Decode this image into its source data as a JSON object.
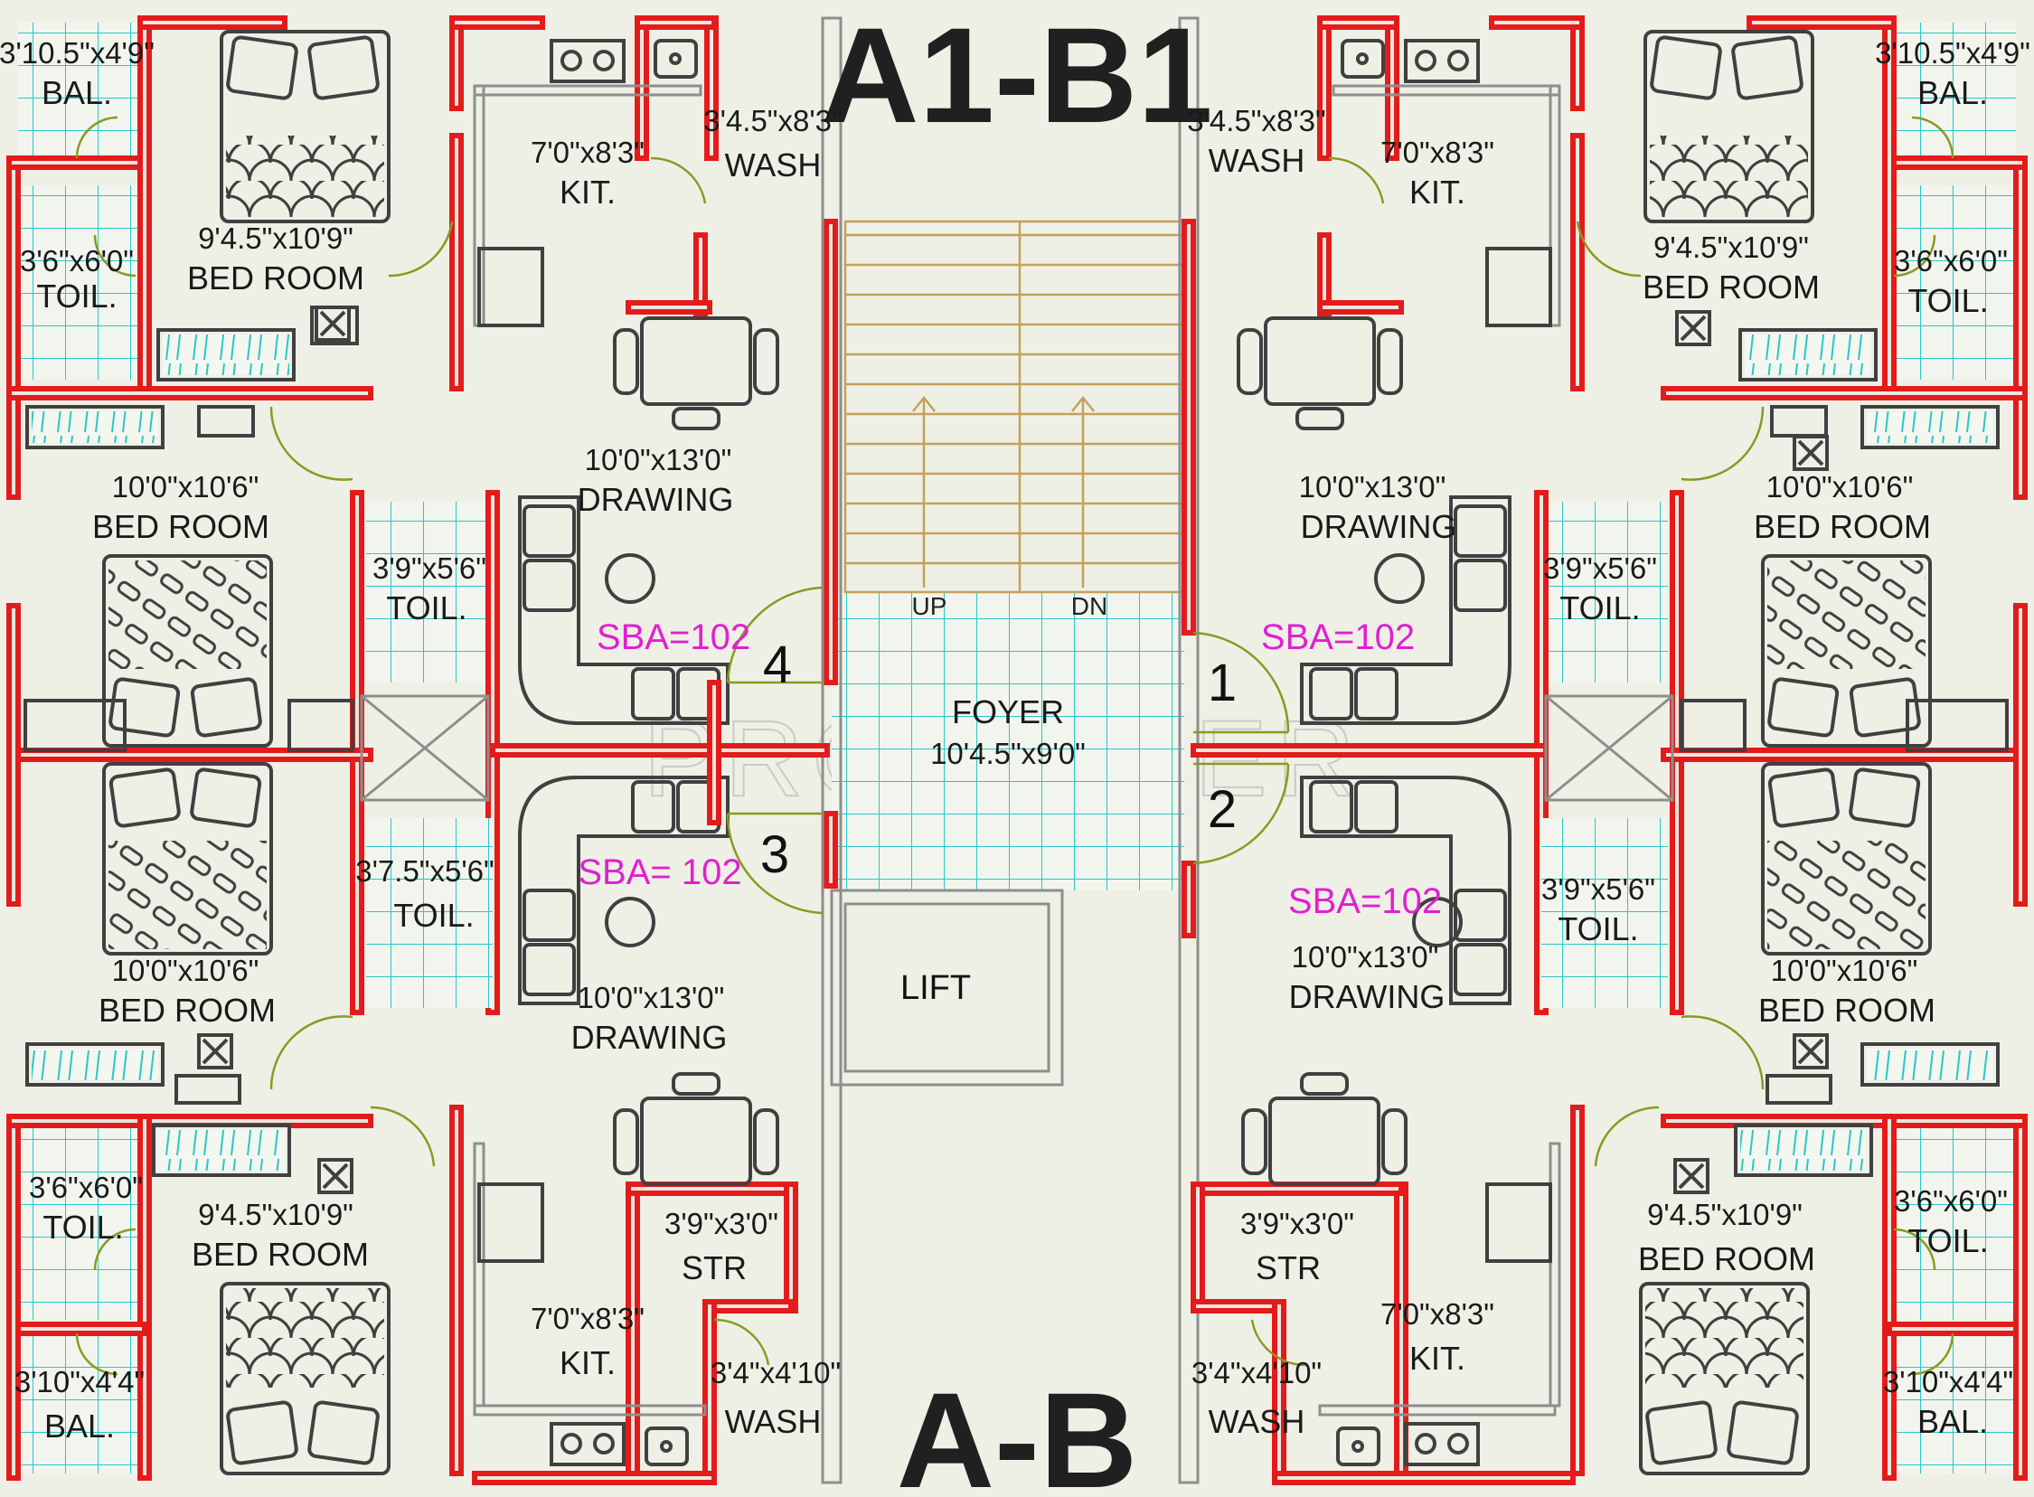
{
  "titles": {
    "top": "A1-B1",
    "bottom": "A-B"
  },
  "watermark": "PROPTIGER",
  "core": {
    "foyer_name": "FOYER",
    "foyer_size": "10'4.5\"x9'0\"",
    "lift": "LIFT",
    "stair_up": "UP",
    "stair_down": "DN",
    "door_numbers": [
      "4",
      "3",
      "1",
      "2"
    ]
  },
  "units": {
    "unit_4": {
      "sba": "SBA=102",
      "balcony": {
        "size": "3'10.5\"x4'9\"",
        "name": "BAL."
      },
      "toilet_attached": {
        "size": "3'6\"x6'0\"",
        "name": "TOIL."
      },
      "master_bed": {
        "size": "9'4.5\"x10'9\"",
        "name": "BED ROOM"
      },
      "kitchen": {
        "size": "7'0\"x8'3\"",
        "name": "KIT."
      },
      "wash": {
        "size": "3'4.5\"x8'3\"",
        "name": "WASH"
      },
      "bed2": {
        "size": "10'0\"x10'6\"",
        "name": "BED ROOM"
      },
      "toilet_common": {
        "size": "3'9\"x5'6\"",
        "name": "TOIL."
      },
      "drawing": {
        "size": "10'0\"x13'0\"",
        "name": "DRAWING"
      }
    },
    "unit_3": {
      "sba": "SBA= 102",
      "balcony": {
        "size": "3'10\"x4'4\"",
        "name": "BAL."
      },
      "toilet_attached": {
        "size": "3'6\"x6'0\"",
        "name": "TOIL."
      },
      "master_bed": {
        "size": "9'4.5\"x10'9\"",
        "name": "BED ROOM"
      },
      "kitchen": {
        "size": "7'0\"x8'3\"",
        "name": "KIT."
      },
      "wash": {
        "size": "3'4\"x4'10\"",
        "name": "WASH"
      },
      "store": {
        "size": "3'9\"x3'0\"",
        "name": "STR"
      },
      "bed2": {
        "size": "10'0\"x10'6\"",
        "name": "BED ROOM"
      },
      "toilet_common": {
        "size": "3'7.5\"x5'6\"",
        "name": "TOIL."
      },
      "drawing": {
        "size": "10'0\"x13'0\"",
        "name": "DRAWING"
      }
    },
    "unit_1": {
      "sba": "SBA=102",
      "balcony": {
        "size": "3'10.5\"x4'9\"",
        "name": "BAL."
      },
      "toilet_attached": {
        "size": "3'6\"x6'0\"",
        "name": "TOIL."
      },
      "master_bed": {
        "size": "9'4.5\"x10'9\"",
        "name": "BED ROOM"
      },
      "kitchen": {
        "size": "7'0\"x8'3\"",
        "name": "KIT."
      },
      "wash": {
        "size": "3'4.5\"x8'3\"",
        "name": "WASH"
      },
      "bed2": {
        "size": "10'0\"x10'6\"",
        "name": "BED ROOM"
      },
      "toilet_common": {
        "size": "3'9\"x5'6\"",
        "name": "TOIL."
      },
      "drawing": {
        "size": "10'0\"x13'0\"",
        "name": "DRAWING"
      }
    },
    "unit_2": {
      "sba": "SBA=102",
      "balcony": {
        "size": "3'10\"x4'4\"",
        "name": "BAL."
      },
      "toilet_attached": {
        "size": "3'6\"x6'0\"",
        "name": "TOIL."
      },
      "master_bed": {
        "size": "9'4.5\"x10'9\"",
        "name": "BED ROOM"
      },
      "kitchen": {
        "size": "7'0\"x8'3\"",
        "name": "KIT."
      },
      "wash": {
        "size": "3'4\"x4'10\"",
        "name": "WASH"
      },
      "store": {
        "size": "3'9\"x3'0\"",
        "name": "STR"
      },
      "bed2": {
        "size": "10'0\"x10'6\"",
        "name": "BED ROOM"
      },
      "toilet_common": {
        "size": "3'9\"x5'6\"",
        "name": "TOIL."
      },
      "drawing": {
        "size": "10'0\"x13'0\"",
        "name": "DRAWING"
      }
    }
  },
  "colors": {
    "wall": "#e41b1b",
    "tile": "#27c8c8",
    "sba": "#e020d0",
    "stairs": "#c4a15a",
    "door_swing": "#8a9a20",
    "background": "#eef0e6"
  }
}
